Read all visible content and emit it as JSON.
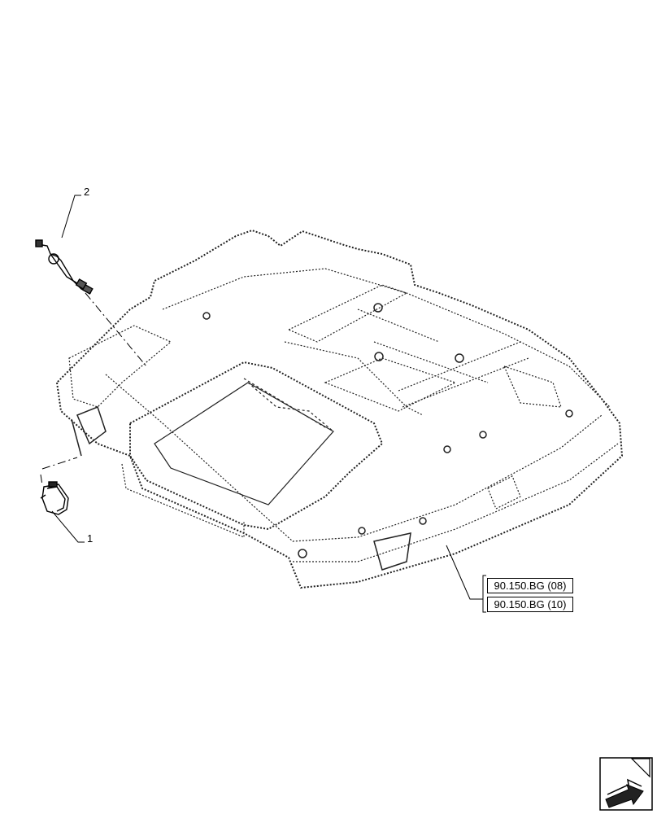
{
  "callouts": [
    {
      "number": "1"
    },
    {
      "number": "2"
    }
  ],
  "references": [
    {
      "code": "90.150.BG (08)"
    },
    {
      "code": "90.150.BG (10)"
    }
  ],
  "icons": {
    "navigation": "arrow-icon"
  }
}
